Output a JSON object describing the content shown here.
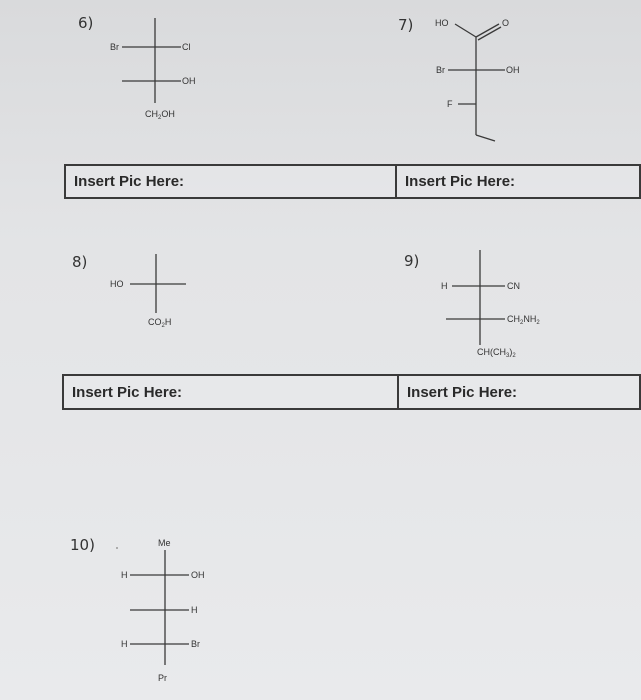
{
  "questions": [
    {
      "number": "6)",
      "answer_box": {
        "label": "Insert Pic Here:"
      },
      "structure": {
        "top": "",
        "left": [
          "Br",
          ""
        ],
        "right": [
          "Cl",
          "OH"
        ],
        "bottom": "CH2OH"
      }
    },
    {
      "number": "7)",
      "answer_box": {
        "label": "Insert Pic Here:"
      },
      "structure": {
        "top": "HO‑C(=O)",
        "top_left": "HO",
        "top_right": "O",
        "left": [
          "Br",
          "F"
        ],
        "right": [
          "OH",
          ""
        ],
        "bottom": "ethyl"
      }
    },
    {
      "number": "8)",
      "answer_box": {
        "label": "Insert Pic Here:"
      },
      "structure": {
        "left": [
          "HO"
        ],
        "right": [
          ""
        ],
        "bottom": "CO2H"
      }
    },
    {
      "number": "9)",
      "answer_box": {
        "label": "Insert Pic Here:"
      },
      "structure": {
        "left": [
          "H",
          ""
        ],
        "right": [
          "CN",
          "CH2NH2"
        ],
        "bottom": "CH(CH3)2"
      }
    },
    {
      "number": "10)",
      "structure": {
        "top": "Me",
        "left": [
          "H",
          "",
          "H"
        ],
        "right": [
          "OH",
          "H",
          "Br"
        ],
        "bottom": "Pr"
      }
    }
  ]
}
